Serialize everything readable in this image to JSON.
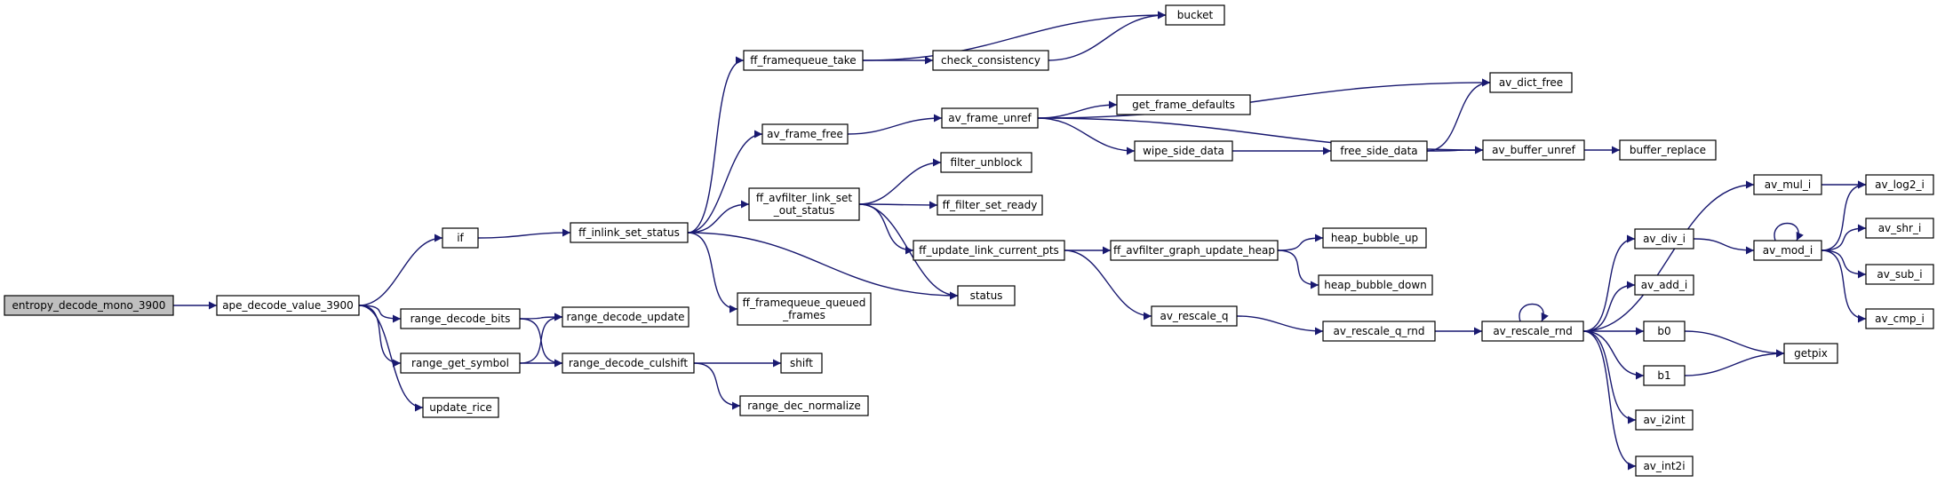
{
  "graph": {
    "root": "entropy_decode_mono_3900",
    "nodes": [
      {
        "id": "entropy_decode_mono_3900",
        "lines": [
          "entropy_decode_mono_3900"
        ]
      },
      {
        "id": "ape_decode_value_3900",
        "lines": [
          "ape_decode_value_3900"
        ]
      },
      {
        "id": "if",
        "lines": [
          "if"
        ]
      },
      {
        "id": "range_decode_bits",
        "lines": [
          "range_decode_bits"
        ]
      },
      {
        "id": "range_get_symbol",
        "lines": [
          "range_get_symbol"
        ]
      },
      {
        "id": "update_rice",
        "lines": [
          "update_rice"
        ]
      },
      {
        "id": "ff_inlink_set_status",
        "lines": [
          "ff_inlink_set_status"
        ]
      },
      {
        "id": "range_decode_update",
        "lines": [
          "range_decode_update"
        ]
      },
      {
        "id": "range_decode_culshift",
        "lines": [
          "range_decode_culshift"
        ]
      },
      {
        "id": "ff_framequeue_take",
        "lines": [
          "ff_framequeue_take"
        ]
      },
      {
        "id": "av_frame_free",
        "lines": [
          "av_frame_free"
        ]
      },
      {
        "id": "ff_avfilter_link_set_out_status",
        "lines": [
          "ff_avfilter_link_set",
          "_out_status"
        ]
      },
      {
        "id": "ff_framequeue_queued_frames",
        "lines": [
          "ff_framequeue_queued",
          "_frames"
        ]
      },
      {
        "id": "status",
        "lines": [
          "status"
        ]
      },
      {
        "id": "shift",
        "lines": [
          "shift"
        ]
      },
      {
        "id": "range_dec_normalize",
        "lines": [
          "range_dec_normalize"
        ]
      },
      {
        "id": "check_consistency",
        "lines": [
          "check_consistency"
        ]
      },
      {
        "id": "bucket",
        "lines": [
          "bucket"
        ]
      },
      {
        "id": "av_frame_unref",
        "lines": [
          "av_frame_unref"
        ]
      },
      {
        "id": "filter_unblock",
        "lines": [
          "filter_unblock"
        ]
      },
      {
        "id": "ff_filter_set_ready",
        "lines": [
          "ff_filter_set_ready"
        ]
      },
      {
        "id": "ff_update_link_current_pts",
        "lines": [
          "ff_update_link_current_pts"
        ]
      },
      {
        "id": "av_dict_free",
        "lines": [
          "av_dict_free"
        ]
      },
      {
        "id": "get_frame_defaults",
        "lines": [
          "get_frame_defaults"
        ]
      },
      {
        "id": "wipe_side_data",
        "lines": [
          "wipe_side_data"
        ]
      },
      {
        "id": "free_side_data",
        "lines": [
          "free_side_data"
        ]
      },
      {
        "id": "av_buffer_unref",
        "lines": [
          "av_buffer_unref"
        ]
      },
      {
        "id": "buffer_replace",
        "lines": [
          "buffer_replace"
        ]
      },
      {
        "id": "ff_avfilter_graph_update_heap",
        "lines": [
          "ff_avfilter_graph_update_heap"
        ]
      },
      {
        "id": "heap_bubble_up",
        "lines": [
          "heap_bubble_up"
        ]
      },
      {
        "id": "heap_bubble_down",
        "lines": [
          "heap_bubble_down"
        ]
      },
      {
        "id": "av_rescale_q",
        "lines": [
          "av_rescale_q"
        ]
      },
      {
        "id": "av_rescale_q_rnd",
        "lines": [
          "av_rescale_q_rnd"
        ]
      },
      {
        "id": "av_rescale_rnd",
        "lines": [
          "av_rescale_rnd"
        ]
      },
      {
        "id": "av_mul_i",
        "lines": [
          "av_mul_i"
        ]
      },
      {
        "id": "av_div_i",
        "lines": [
          "av_div_i"
        ]
      },
      {
        "id": "av_add_i",
        "lines": [
          "av_add_i"
        ]
      },
      {
        "id": "b0",
        "lines": [
          "b0"
        ]
      },
      {
        "id": "b1",
        "lines": [
          "b1"
        ]
      },
      {
        "id": "av_i2int",
        "lines": [
          "av_i2int"
        ]
      },
      {
        "id": "av_int2i",
        "lines": [
          "av_int2i"
        ]
      },
      {
        "id": "av_log2_i",
        "lines": [
          "av_log2_i"
        ]
      },
      {
        "id": "av_mod_i",
        "lines": [
          "av_mod_i"
        ]
      },
      {
        "id": "av_shr_i",
        "lines": [
          "av_shr_i"
        ]
      },
      {
        "id": "av_sub_i",
        "lines": [
          "av_sub_i"
        ]
      },
      {
        "id": "av_cmp_i",
        "lines": [
          "av_cmp_i"
        ]
      },
      {
        "id": "getpix",
        "lines": [
          "getpix"
        ]
      }
    ],
    "edges": [
      [
        "entropy_decode_mono_3900",
        "ape_decode_value_3900"
      ],
      [
        "ape_decode_value_3900",
        "if"
      ],
      [
        "ape_decode_value_3900",
        "range_decode_bits"
      ],
      [
        "ape_decode_value_3900",
        "range_get_symbol"
      ],
      [
        "ape_decode_value_3900",
        "update_rice"
      ],
      [
        "if",
        "ff_inlink_set_status"
      ],
      [
        "range_decode_bits",
        "range_decode_update"
      ],
      [
        "range_decode_bits",
        "range_decode_culshift"
      ],
      [
        "range_get_symbol",
        "range_decode_update"
      ],
      [
        "range_get_symbol",
        "range_decode_culshift"
      ],
      [
        "range_decode_culshift",
        "shift"
      ],
      [
        "range_decode_culshift",
        "range_dec_normalize"
      ],
      [
        "ff_inlink_set_status",
        "ff_framequeue_take"
      ],
      [
        "ff_inlink_set_status",
        "av_frame_free"
      ],
      [
        "ff_inlink_set_status",
        "ff_avfilter_link_set_out_status"
      ],
      [
        "ff_inlink_set_status",
        "ff_framequeue_queued_frames"
      ],
      [
        "ff_inlink_set_status",
        "status"
      ],
      [
        "ff_framequeue_take",
        "check_consistency"
      ],
      [
        "ff_framequeue_take",
        "bucket"
      ],
      [
        "check_consistency",
        "bucket"
      ],
      [
        "av_frame_free",
        "av_frame_unref"
      ],
      [
        "av_frame_unref",
        "av_dict_free"
      ],
      [
        "av_frame_unref",
        "get_frame_defaults"
      ],
      [
        "av_frame_unref",
        "wipe_side_data"
      ],
      [
        "av_frame_unref",
        "av_buffer_unref"
      ],
      [
        "wipe_side_data",
        "free_side_data"
      ],
      [
        "free_side_data",
        "av_dict_free"
      ],
      [
        "free_side_data",
        "av_buffer_unref"
      ],
      [
        "av_buffer_unref",
        "buffer_replace"
      ],
      [
        "ff_avfilter_link_set_out_status",
        "filter_unblock"
      ],
      [
        "ff_avfilter_link_set_out_status",
        "ff_filter_set_ready"
      ],
      [
        "ff_avfilter_link_set_out_status",
        "ff_update_link_current_pts"
      ],
      [
        "ff_avfilter_link_set_out_status",
        "status"
      ],
      [
        "ff_update_link_current_pts",
        "ff_avfilter_graph_update_heap"
      ],
      [
        "ff_update_link_current_pts",
        "av_rescale_q"
      ],
      [
        "ff_avfilter_graph_update_heap",
        "heap_bubble_up"
      ],
      [
        "ff_avfilter_graph_update_heap",
        "heap_bubble_down"
      ],
      [
        "av_rescale_q",
        "av_rescale_q_rnd"
      ],
      [
        "av_rescale_q_rnd",
        "av_rescale_rnd"
      ],
      [
        "av_rescale_rnd",
        "av_rescale_rnd"
      ],
      [
        "av_rescale_rnd",
        "av_mul_i"
      ],
      [
        "av_rescale_rnd",
        "av_div_i"
      ],
      [
        "av_rescale_rnd",
        "av_add_i"
      ],
      [
        "av_rescale_rnd",
        "b0"
      ],
      [
        "av_rescale_rnd",
        "b1"
      ],
      [
        "av_rescale_rnd",
        "av_i2int"
      ],
      [
        "av_rescale_rnd",
        "av_int2i"
      ],
      [
        "av_mul_i",
        "av_log2_i"
      ],
      [
        "av_div_i",
        "av_mod_i"
      ],
      [
        "av_mod_i",
        "av_mod_i"
      ],
      [
        "av_mod_i",
        "av_log2_i"
      ],
      [
        "av_mod_i",
        "av_shr_i"
      ],
      [
        "av_mod_i",
        "av_sub_i"
      ],
      [
        "av_mod_i",
        "av_cmp_i"
      ],
      [
        "b0",
        "getpix"
      ],
      [
        "b1",
        "getpix"
      ]
    ]
  }
}
